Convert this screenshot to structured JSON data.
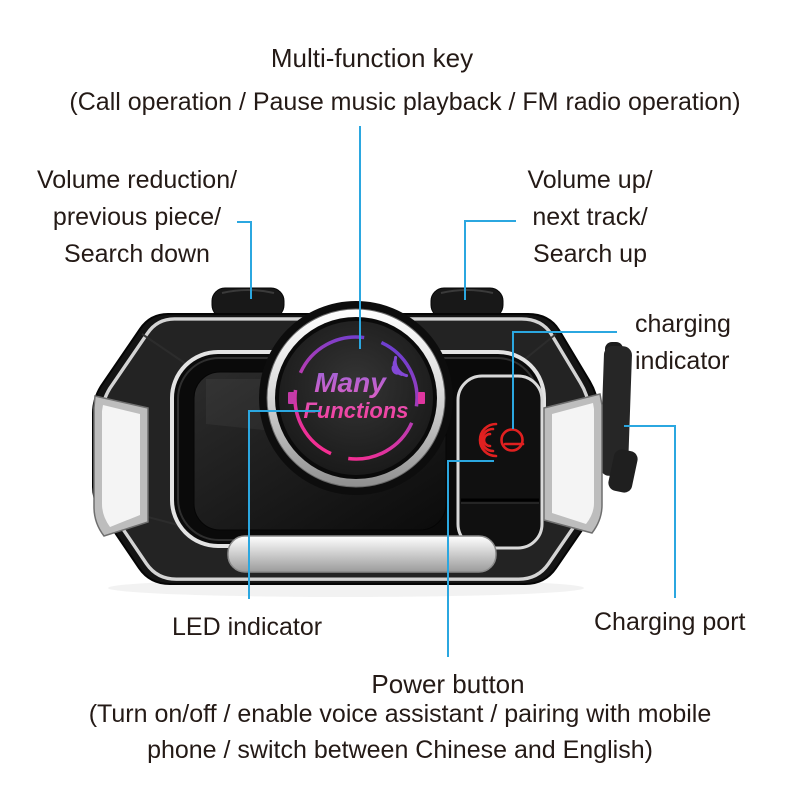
{
  "colors": {
    "background": "#ffffff",
    "callout_line": "#2ba7e0",
    "label_text": "#241a16",
    "ring_purple": "#6f3fd0",
    "ring_pink": "#f62e92",
    "icon_red": "#e02020",
    "device_black": "#141414",
    "chrome_silver": "#e3e3e3"
  },
  "callouts": {
    "multi_function_key": {
      "title": "Multi-function key",
      "description": "(Call operation / Pause music playback / FM radio operation)"
    },
    "volume_down": {
      "lines": [
        "Volume reduction/",
        "previous piece/",
        "Search down"
      ]
    },
    "volume_up": {
      "lines": [
        "Volume up/",
        "next track/",
        "Search up"
      ]
    },
    "charging_indicator": {
      "lines": [
        "charging",
        "indicator"
      ]
    },
    "led_indicator": {
      "label": "LED indicator"
    },
    "power_button": {
      "label": "Power button",
      "description_lines": [
        "(Turn on/off / enable voice assistant / pairing with mobile",
        "phone / switch between Chinese and English)"
      ]
    },
    "charging_port": {
      "label": "Charging port"
    }
  },
  "device": {
    "brand": {
      "line1": "Many",
      "line2": "Functions"
    },
    "icons": {
      "brand_signal": "signal-waves-icon",
      "power": "helmet-sound-icon"
    }
  }
}
